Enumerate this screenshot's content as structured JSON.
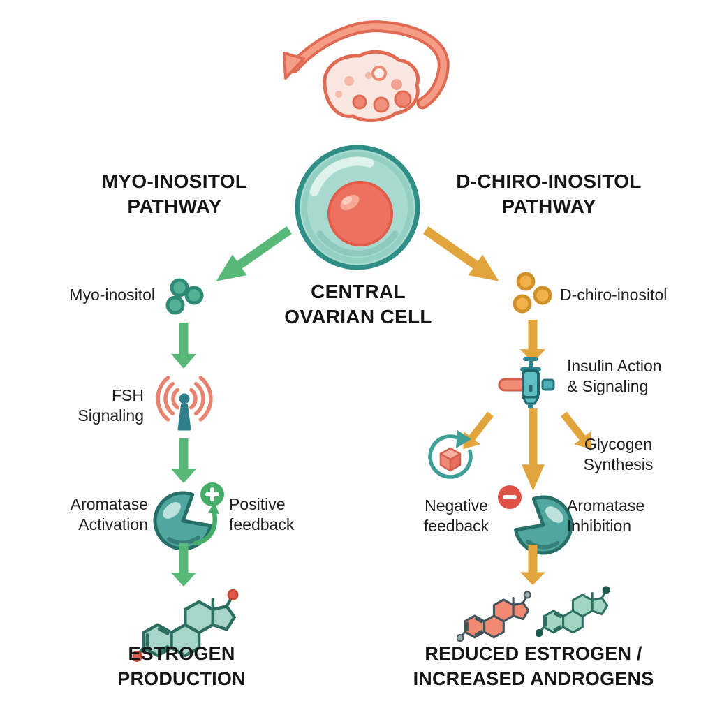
{
  "header": {
    "left_title": "MYO-INOSITOL\nPATHWAY",
    "right_title": "D-CHIRO-INOSITOL\nPATHWAY",
    "center_label": "CENTRAL\nOVARIAN CELL"
  },
  "left_pathway": {
    "molecule_label": "Myo-inositol",
    "step1_label": "FSH\nSignaling",
    "step2_label": "Aromatase\nActivation",
    "feedback_label": "Positive\nfeedback",
    "outcome_label": "ESTROGEN\nPRODUCTION",
    "arrow_color": "#57b878"
  },
  "right_pathway": {
    "molecule_label": "D-chiro-inositol",
    "step1_label": "Insulin Action\n& Signaling",
    "branch_label": "Glycogen\nSynthesis",
    "feedback_label": "Negative\nfeedback",
    "step2_label": "Aromatase\nInhibition",
    "outcome_label": "REDUCED ESTROGEN /\nINCREASED ANDROGENS",
    "arrow_color": "#e2a43c"
  },
  "icons": {
    "top": "ovary-icon",
    "center": "ovarian-cell-icon",
    "left": [
      "inositol-molecules-teal-icon",
      "fsh-signal-antenna-icon",
      "enzyme-activation-plus-icon",
      "positive-feedback-arrow-icon",
      "estrogen-molecule-icon"
    ],
    "right": [
      "inositol-molecules-amber-icon",
      "insulin-syringe-icon",
      "metabolic-cycle-cube-icon",
      "enzyme-inhibition-minus-icon",
      "coral-steroid-molecule-icon",
      "teal-steroid-molecule-icon"
    ]
  },
  "colors": {
    "teal": "#4fa7a0",
    "teal_dark": "#2f8e85",
    "green": "#57b878",
    "amber": "#e2a43c",
    "coral": "#ee8673",
    "coral_dark": "#e06a52",
    "red_badge": "#de5147",
    "green_badge": "#45ad68",
    "text": "#1f1f1f"
  }
}
